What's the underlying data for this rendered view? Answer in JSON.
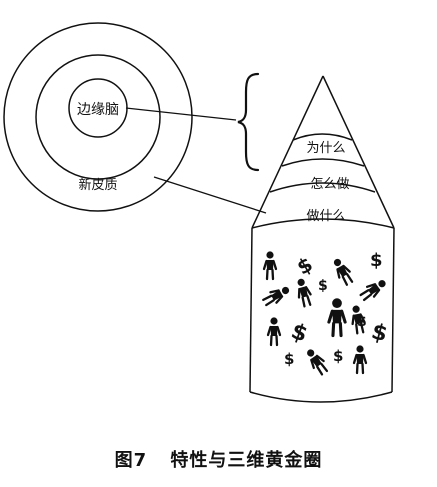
{
  "diagram": {
    "circles": {
      "inner_label": "边缘脑",
      "outer_label": "新皮质"
    },
    "cone": {
      "top_label": "为什么",
      "middle_label": "怎么做",
      "bottom_label": "做什么"
    },
    "symbols": {
      "dollar": "$"
    }
  },
  "caption": {
    "figure_no": "图7",
    "title": "特性与三维黄金圈"
  }
}
